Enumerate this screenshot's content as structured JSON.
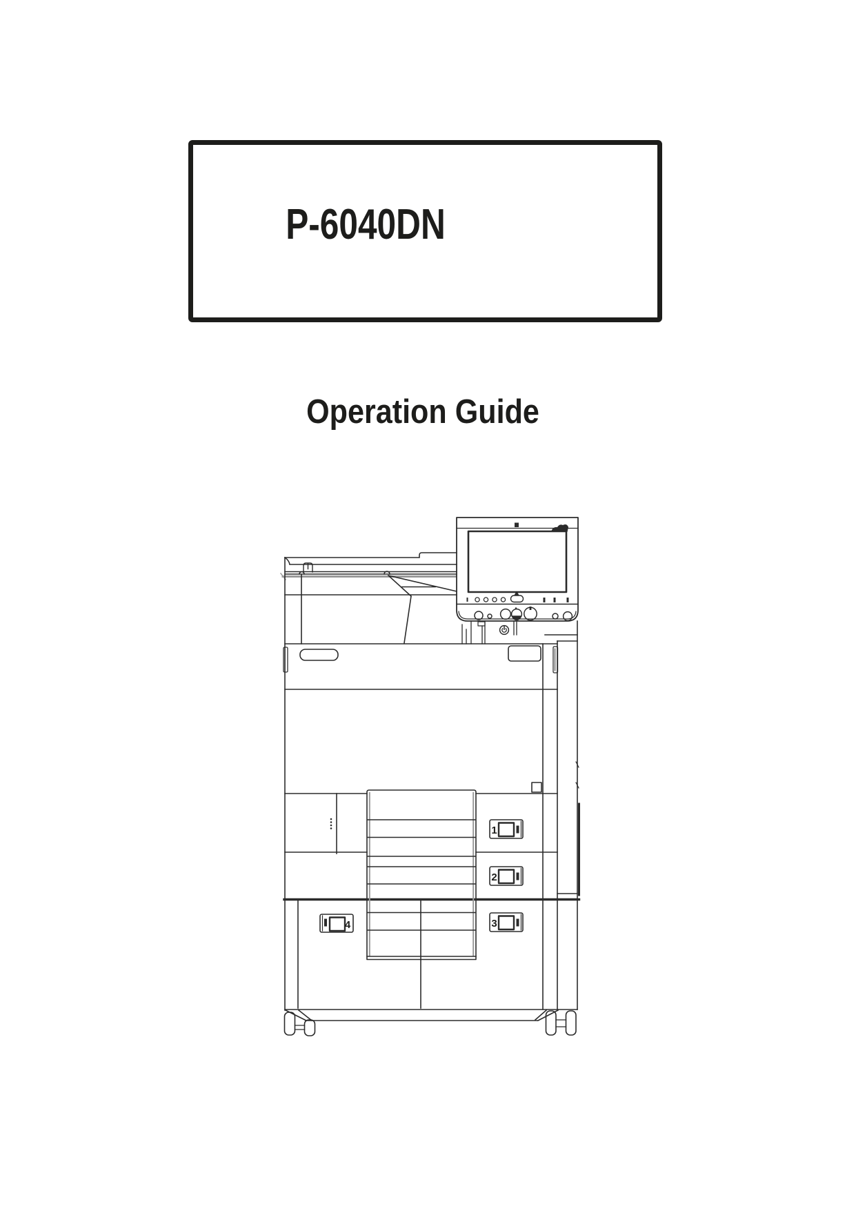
{
  "document": {
    "product_model": "P-6040DN",
    "title": "Operation Guide"
  },
  "illustration": {
    "description": "printer-front-view-line-drawing",
    "cassette_locks": [
      {
        "label": "1"
      },
      {
        "label": "2"
      },
      {
        "label": "3"
      },
      {
        "label": "4"
      }
    ],
    "colors": {
      "line": "#2b2b2b",
      "shade": "#9a9a9a",
      "text": "#1d1d1b",
      "background": "#ffffff"
    }
  }
}
